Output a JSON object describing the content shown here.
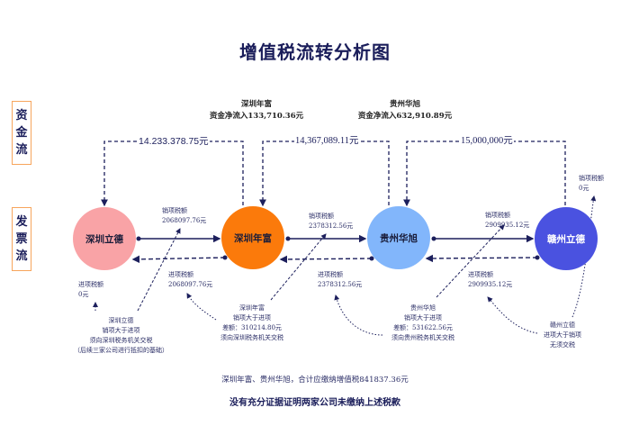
{
  "title": "增值税流转分析图",
  "side_labels": {
    "money_flow": [
      "资",
      "金",
      "流"
    ],
    "invoice_flow": [
      "发",
      "票",
      "流"
    ]
  },
  "net_inflows": [
    {
      "company": "深圳年富",
      "text": "资金净流入133,710.36元"
    },
    {
      "company": "贵州华旭",
      "text": "资金净流入632,910.89元"
    }
  ],
  "money_transfers": [
    {
      "amount": "14.233.378.75元"
    },
    {
      "amount": "14,367,089.11元"
    },
    {
      "amount": "15,000,000元"
    }
  ],
  "nodes": [
    {
      "name": "深圳立德",
      "color": "#f9a3a6",
      "text_color": "#1a1d3a"
    },
    {
      "name": "深圳年富",
      "color": "#fb7a0b",
      "text_color": "#1a1d3a"
    },
    {
      "name": "贵州华旭",
      "color": "#82b6fb",
      "text_color": "#1a1d3a"
    },
    {
      "name": "赣州立德",
      "color": "#4a52e0",
      "text_color": "#ffffff"
    }
  ],
  "tax_labels": {
    "sales_1": {
      "label": "销项税额",
      "value": "2068097.76元"
    },
    "input_1": {
      "label": "进项税额",
      "value": "2068097.76元"
    },
    "sales_2": {
      "label": "销项税额",
      "value": "2378312.56元"
    },
    "input_2": {
      "label": "进项税额",
      "value": "2378312.56元"
    },
    "sales_3": {
      "label": "销项税额",
      "value": "2909935.12元"
    },
    "input_3": {
      "label": "进项税额",
      "value": "2909935.12元"
    },
    "input_0": {
      "label": "进项税额",
      "value": "0元"
    },
    "sales_4": {
      "label": "销项税额",
      "value": "0元"
    }
  },
  "notes": {
    "szld": [
      "深圳立德",
      "销项大于进项",
      "须向深圳税务机关交税",
      "（后续三家公司进行抵扣的基础）"
    ],
    "sznf": [
      "深圳年富",
      "销项大于进项",
      "差额：310214.80元",
      "须向深圳税务机关交税"
    ],
    "gzhx": [
      "贵州华旭",
      "销项大于进项",
      "差额：531622.56元",
      "须向贵州税务机关交税"
    ],
    "gzld": [
      "赣州立德",
      "进项大于销项",
      "无须交税"
    ]
  },
  "summary": {
    "line1": "深圳年富、贵州华旭，合计应缴纳增值税841837.36元",
    "line2": "没有充分证据证明两家公司未缴纳上述税款"
  },
  "colors": {
    "line": "#1c1f5c",
    "side_border": "#f7a55c"
  }
}
